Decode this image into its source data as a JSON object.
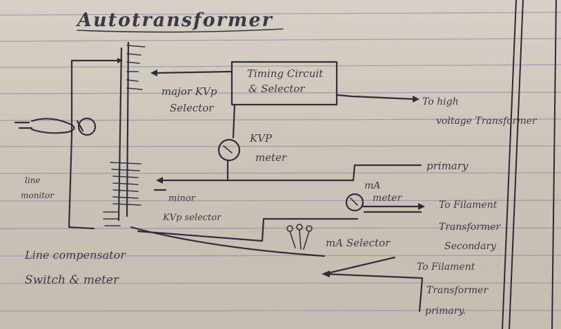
{
  "title": "Autotransformer",
  "labels": {
    "timing_circuit": "Timing Circuit",
    "and_selector": "& Selector",
    "major_kvp_selector": "major KVp",
    "selector": "Selector",
    "to_high_voltage": "To high",
    "voltage_transformer": "voltage Transformer",
    "kvp_meter_1": "KVP",
    "kvp_meter_2": "meter",
    "primary": "primary",
    "line_monitor_1": "line",
    "line_monitor_2": "monitor",
    "ma_meter_1": "mA",
    "ma_meter_2": "meter",
    "to_filament_transformer_secondary_1": "To Filament",
    "to_filament_transformer_secondary_2": "Transformer",
    "to_filament_transformer_secondary_3": "Secondary",
    "minor_kvp_selector_1": "minor",
    "minor_kvp_selector_2": "KVp selector",
    "ma_selector": "mA Selector",
    "line_compensator_1": "Line compensator",
    "line_compensator_2": "Switch & meter",
    "to_filament_transformer_primary_1": "To Filament",
    "to_filament_transformer_primary_2": "Transformer",
    "to_filament_transformer_primary_3": "primary."
  }
}
